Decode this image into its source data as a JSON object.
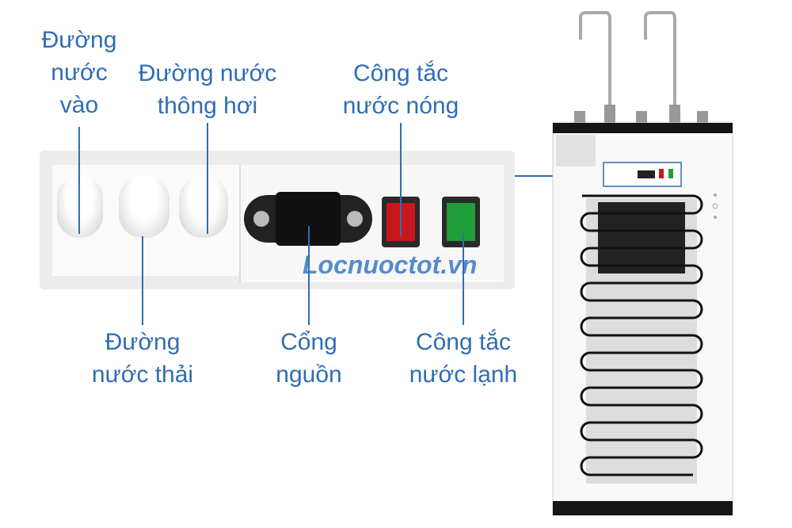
{
  "labels": {
    "inlet": [
      "Đường",
      "nước",
      "vào"
    ],
    "vent": [
      "Đường nước",
      "thông hơi"
    ],
    "hot_switch": [
      "Công tắc",
      "nước nóng"
    ],
    "drain": [
      "Đường",
      "nước thải"
    ],
    "power": [
      "Cổng",
      "nguồn"
    ],
    "cold_switch": [
      "Công tắc",
      "nước lạnh"
    ]
  },
  "watermark": "Locnuoctot.vn",
  "colors": {
    "label": "#2f6db5",
    "hot_switch": "#c8161b",
    "cold_switch": "#1f9e3a"
  }
}
